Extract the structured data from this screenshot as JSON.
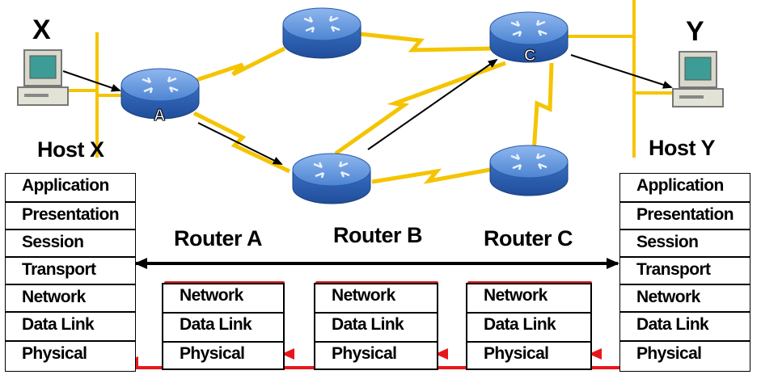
{
  "hosts": {
    "x": {
      "letter": "X",
      "label": "Host X"
    },
    "y": {
      "letter": "Y",
      "label": "Host Y"
    }
  },
  "routers": {
    "a": {
      "label": "Router A",
      "mark": "A"
    },
    "b": {
      "label": "Router B"
    },
    "c": {
      "label": "Router C",
      "mark": "C"
    }
  },
  "host_layers": [
    "Application",
    "Presentation",
    "Session",
    "Transport",
    "Network",
    "Data Link",
    "Physical"
  ],
  "router_layers": [
    "Network",
    "Data Link",
    "Physical"
  ],
  "colors": {
    "link": "#f5c400",
    "router_top": "#5b8fd6",
    "router_side": "#2f62b5",
    "path": "#e8161b",
    "arrow": "#000000"
  }
}
